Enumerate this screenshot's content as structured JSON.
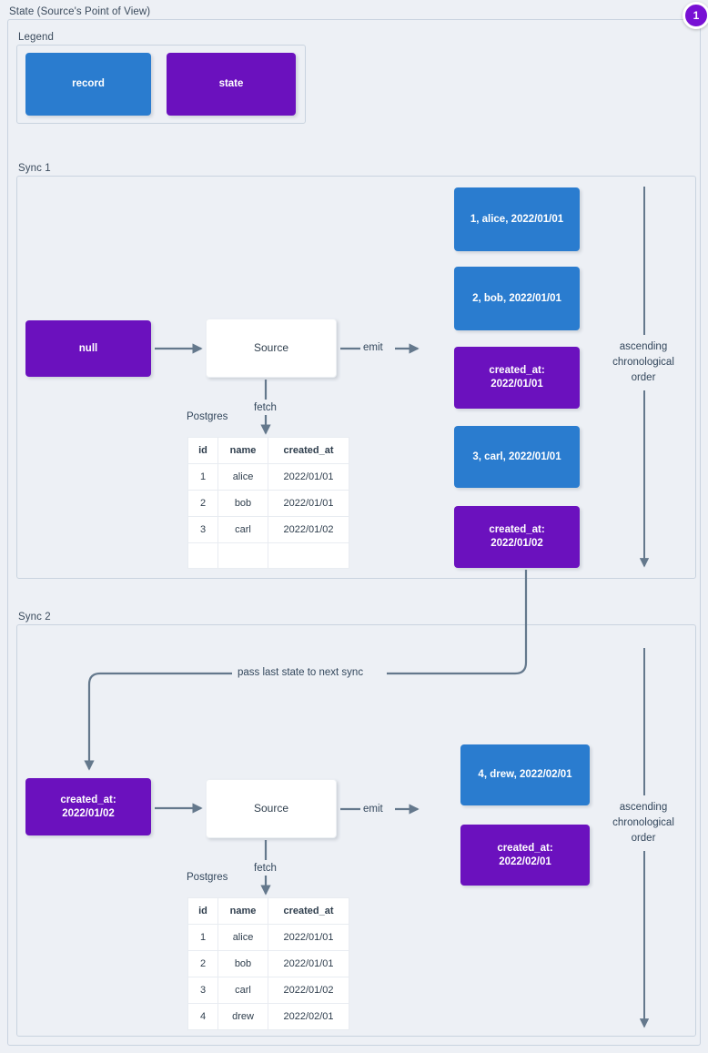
{
  "root": {
    "title": "State (Source's Point of View)",
    "badge": "1",
    "badge_color": "#7810d4"
  },
  "legend": {
    "title": "Legend",
    "items": [
      {
        "label": "record",
        "color": "#2a7ccf",
        "kind": "record"
      },
      {
        "label": "state",
        "color": "#6b11be",
        "kind": "state"
      }
    ]
  },
  "colors": {
    "record": "#2a7ccf",
    "state": "#6b11be",
    "background": "#edf0f5",
    "border": "#c9d3df",
    "edge": "#64788c",
    "text": "#2f3e4d"
  },
  "sync1": {
    "title": "Sync 1",
    "input_state": "null",
    "source_label": "Source",
    "emit_label": "emit",
    "fetch_label": "fetch",
    "db_label": "Postgres",
    "order_label": "ascending\nchronological\norder",
    "table": {
      "columns": [
        "id",
        "name",
        "created_at"
      ],
      "rows": [
        [
          "1",
          "alice",
          "2022/01/01"
        ],
        [
          "2",
          "bob",
          "2022/01/01"
        ],
        [
          "3",
          "carl",
          "2022/01/02"
        ],
        [
          "",
          "",
          ""
        ]
      ]
    },
    "emitted": [
      {
        "kind": "record",
        "text": "1, alice, 2022/01/01"
      },
      {
        "kind": "record",
        "text": "2, bob, 2022/01/01"
      },
      {
        "kind": "state",
        "text": "created_at:\n2022/01/01"
      },
      {
        "kind": "record",
        "text": "3, carl, 2022/01/01"
      },
      {
        "kind": "state",
        "text": "created_at:\n2022/01/02"
      }
    ]
  },
  "sync2": {
    "title": "Sync 2",
    "input_state": "created_at:\n2022/01/02",
    "source_label": "Source",
    "emit_label": "emit",
    "fetch_label": "fetch",
    "db_label": "Postgres",
    "order_label": "ascending\nchronological\norder",
    "pass_state_label": "pass last state to next sync",
    "table": {
      "columns": [
        "id",
        "name",
        "created_at"
      ],
      "rows": [
        [
          "1",
          "alice",
          "2022/01/01"
        ],
        [
          "2",
          "bob",
          "2022/01/01"
        ],
        [
          "3",
          "carl",
          "2022/01/02"
        ],
        [
          "4",
          "drew",
          "2022/02/01"
        ]
      ]
    },
    "emitted": [
      {
        "kind": "record",
        "text": "4, drew, 2022/02/01"
      },
      {
        "kind": "state",
        "text": "created_at:\n2022/02/01"
      }
    ]
  }
}
